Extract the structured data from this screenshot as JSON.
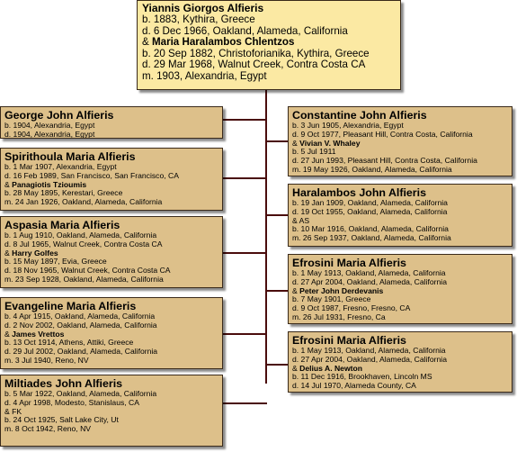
{
  "root": {
    "name": "Yiannis Giorgos Alfieris",
    "birth": "b. 1883, Kythira, Greece",
    "death": "d. 6 Dec 1966, Oakland, Alameda, California",
    "spouse_prefix": "& ",
    "spouse": "Maria Haralambos Chlentzos",
    "spouse_birth": "b. 20 Sep 1882, Christoforianika, Kythira, Greece",
    "spouse_death": "d. 29 Mar 1968, Walnut Creek, Contra Costa  CA",
    "marriage": "m. 1903, Alexandria, Egypt"
  },
  "children": [
    {
      "name": "George John Alfieris",
      "lines": [
        "b. 1904, Alexandria, Egypt",
        "d. 1904, Alexandria, Egypt"
      ]
    },
    {
      "name": "Spirithoula Maria Alfieris",
      "lines": [
        "b. 1 Mar 1907, Alexandria, Egypt",
        "d. 16 Feb 1989, San Francisco, San Francisco, CA"
      ],
      "spouse": "Panagiotis Tzioumis",
      "spouse_lines": [
        "b. 28 May 1895, Kerestari, Greece",
        "m. 24 Jan 1926, Oakland, Alameda, California"
      ]
    },
    {
      "name": "Aspasia Maria Alfieris",
      "lines": [
        "b. 1 Aug 1910, Oakland, Alameda, California",
        "d. 8 Jul 1965, Walnut Creek, Contra Costa CA"
      ],
      "spouse": "Harry Golfes",
      "spouse_lines": [
        "b. 15 May 1897, Evia, Greece",
        "d. 18 Nov 1965, Walnut Creek, Contra Costa  CA",
        "m. 23 Sep 1928, Oakland, Alameda, California"
      ]
    },
    {
      "name": "Evangeline Maria Alfieris",
      "lines": [
        "b. 4 Apr 1915, Oakland, Alameda, California",
        "d. 2 Nov 2002, Oakland, Alameda, California"
      ],
      "spouse": "James Vrettos",
      "spouse_lines": [
        "b. 13 Oct 1914, Athens, Attiki, Greece",
        "d. 29 Jul 2002, Oakland, Alameda, California",
        "m. 3 Jul 1940, Reno, NV"
      ]
    },
    {
      "name": "Miltiades John Alfieris",
      "lines": [
        "b. 5 Mar 1922, Oakland, Alameda, California",
        "d. 4 Apr 1998, Modesto, Stanislaus, CA",
        "& FK",
        "b. 24 Oct 1925, Salt Lake City, Ut",
        "m. 8 Oct 1942, Reno, NV"
      ]
    },
    {
      "name": "Constantine John Alfieris",
      "lines": [
        "b. 3 Jun 1905, Alexandria, Egypt",
        "d. 9 Oct 1977, Pleasant Hill, Contra Costa, California"
      ],
      "spouse": "Vivian V. Whaley",
      "spouse_lines": [
        "b. 5 Jul 1911",
        "d. 27 Jun 1993, Pleasant Hill, Contra Costa, California",
        "m. 19 May 1926, Oakland, Alameda, California"
      ]
    },
    {
      "name": "Haralambos John Alfieris",
      "lines": [
        "b. 19 Jan 1909, Oakland, Alameda, California",
        "d. 19 Oct 1955, Oakland, Alameda, California",
        "& AS",
        "b. 10 Mar 1916, Oakland, Alameda, California",
        "m. 26 Sep 1937, Oakland, Alameda, California"
      ]
    },
    {
      "name": "Efrosini Maria Alfieris",
      "lines": [
        "b. 1 May 1913, Oakland, Alameda, California",
        "d. 27 Apr 2004, Oakland, Alameda, California"
      ],
      "spouse": "Peter John Derdevanis",
      "spouse_lines": [
        "b. 7 May 1901, Greece",
        "d. 9 Oct 1987, Fresno, Fresno, CA",
        "m. 26 Jul 1931, Fresno, Ca"
      ]
    },
    {
      "name": "Efrosini Maria Alfieris",
      "lines": [
        "b. 1 May 1913, Oakland, Alameda, California",
        "d. 27 Apr 2004, Oakland, Alameda, California"
      ],
      "spouse": "Delius A. Newton",
      "spouse_lines": [
        "b. 11 Dec 1916, Brookhaven, Lincoln MS",
        "d. 14 Jul 1970, Alameda County, CA"
      ]
    }
  ]
}
